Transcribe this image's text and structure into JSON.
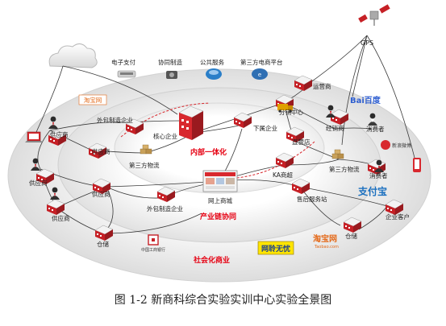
{
  "caption": "图 1-2 新商科综合实验实训中心实验全景图",
  "zones": {
    "inner": "内部一体化",
    "middle": "产业链协同",
    "outer": "社会化商业"
  },
  "services": {
    "epay": "电子支付",
    "collab": "协同制造",
    "public": "公共服务",
    "third_platform": "第三方电商平台"
  },
  "gps": "GPS",
  "nodes": {
    "core": "核心企业",
    "outsource_top": "外包制造企业",
    "outsource_bottom": "外包制造企业",
    "logistics_left": "第三方物流",
    "logistics_right": "第三方物流",
    "distribution": "分销中心",
    "subsidiary": "下属企业",
    "operator": "运营商",
    "dealer": "经销商",
    "consumer_top": "消费者",
    "consumer_bottom": "消费者",
    "direct_store": "直营店",
    "ka": "KA商超",
    "online_store": "网上商城",
    "after_sales": "售后服务站",
    "enterprise_client": "企业客户",
    "supplier_1": "供应商",
    "supplier_2": "供应商",
    "supplier_3": "供应商",
    "supplier_4": "供应商",
    "supplier_5": "供应商",
    "warehouse_left": "仓储",
    "warehouse_right": "仓储"
  },
  "logos": {
    "taobao_left": "淘宝网",
    "baidu": "Bai百度",
    "xinlang": "新浪微博",
    "alipay": "支付宝",
    "taobao": "淘宝网",
    "taobao_sub": "Taobao.com",
    "icbc_name": "中国工商银行",
    "wangling": "网聆无忧"
  },
  "colors": {
    "ring_light": "#eeeeee",
    "ring_mid": "#dcdcdc",
    "inner_oval": "#ffffff",
    "zone_text": "#e60012",
    "building_red": "#d8282e",
    "building_dark": "#a31b20",
    "roof": "#f2f2f2",
    "line": "#444444"
  }
}
